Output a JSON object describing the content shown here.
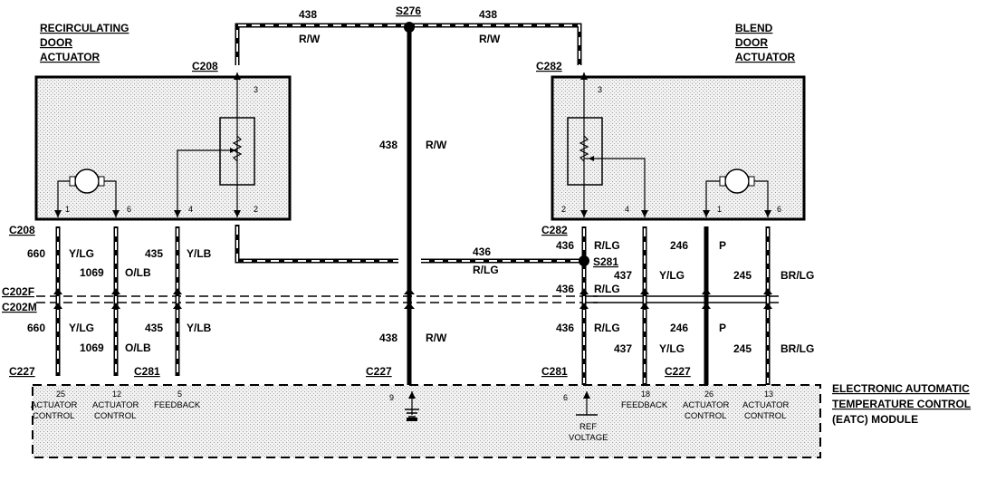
{
  "components": {
    "recirc_actuator": [
      "RECIRCULATING",
      "DOOR",
      "ACTUATOR"
    ],
    "blend_actuator": [
      "BLEND",
      "DOOR",
      "ACTUATOR"
    ],
    "eatc_module": [
      "ELECTRONIC AUTOMATIC",
      "TEMPERATURE CONTROL",
      "(EATC) MODULE"
    ]
  },
  "connectors": {
    "c208": "C208",
    "c282": "C282",
    "s276": "S276",
    "s281": "S281",
    "c202f": "C202F",
    "c202m": "C202M",
    "c227": "C227",
    "c281": "C281"
  },
  "wires": {
    "top_left_num": "438",
    "top_left_color": "R/W",
    "top_right_num": "438",
    "top_right_color": "R/W",
    "mid_num": "438",
    "mid_color": "R/W",
    "low_num": "438",
    "low_color": "R/W",
    "s281_num": "436",
    "s281_color": "R/LG",
    "left": [
      {
        "num": "660",
        "color": "Y/LG"
      },
      {
        "num": "1069",
        "color": "O/LB"
      },
      {
        "num": "435",
        "color": "Y/LB"
      }
    ],
    "right": [
      {
        "num": "436",
        "color": "R/LG"
      },
      {
        "num": "437",
        "color": "Y/LG"
      },
      {
        "num": "246",
        "color": "P"
      },
      {
        "num": "245",
        "color": "BR/LG"
      }
    ]
  },
  "pins": {
    "recirc": [
      "1",
      "6",
      "4",
      "2",
      "3"
    ],
    "blend": [
      "2",
      "4",
      "1",
      "6",
      "3"
    ]
  },
  "module_pins": [
    {
      "num": "25",
      "label1": "ACTUATOR",
      "label2": "CONTROL"
    },
    {
      "num": "12",
      "label1": "ACTUATOR",
      "label2": "CONTROL"
    },
    {
      "num": "5",
      "label1": "FEEDBACK",
      "label2": ""
    },
    {
      "num": "9",
      "label1": "",
      "label2": ""
    },
    {
      "num": "6",
      "label1": "REF",
      "label2": "VOLTAGE"
    },
    {
      "num": "18",
      "label1": "FEEDBACK",
      "label2": ""
    },
    {
      "num": "26",
      "label1": "ACTUATOR",
      "label2": "CONTROL"
    },
    {
      "num": "13",
      "label1": "ACTUATOR",
      "label2": "CONTROL"
    }
  ],
  "icons": {
    "motor": "motor-icon",
    "potentiometer": "potentiometer-icon",
    "ground": "ground-icon",
    "splice": "splice-dot-icon"
  }
}
